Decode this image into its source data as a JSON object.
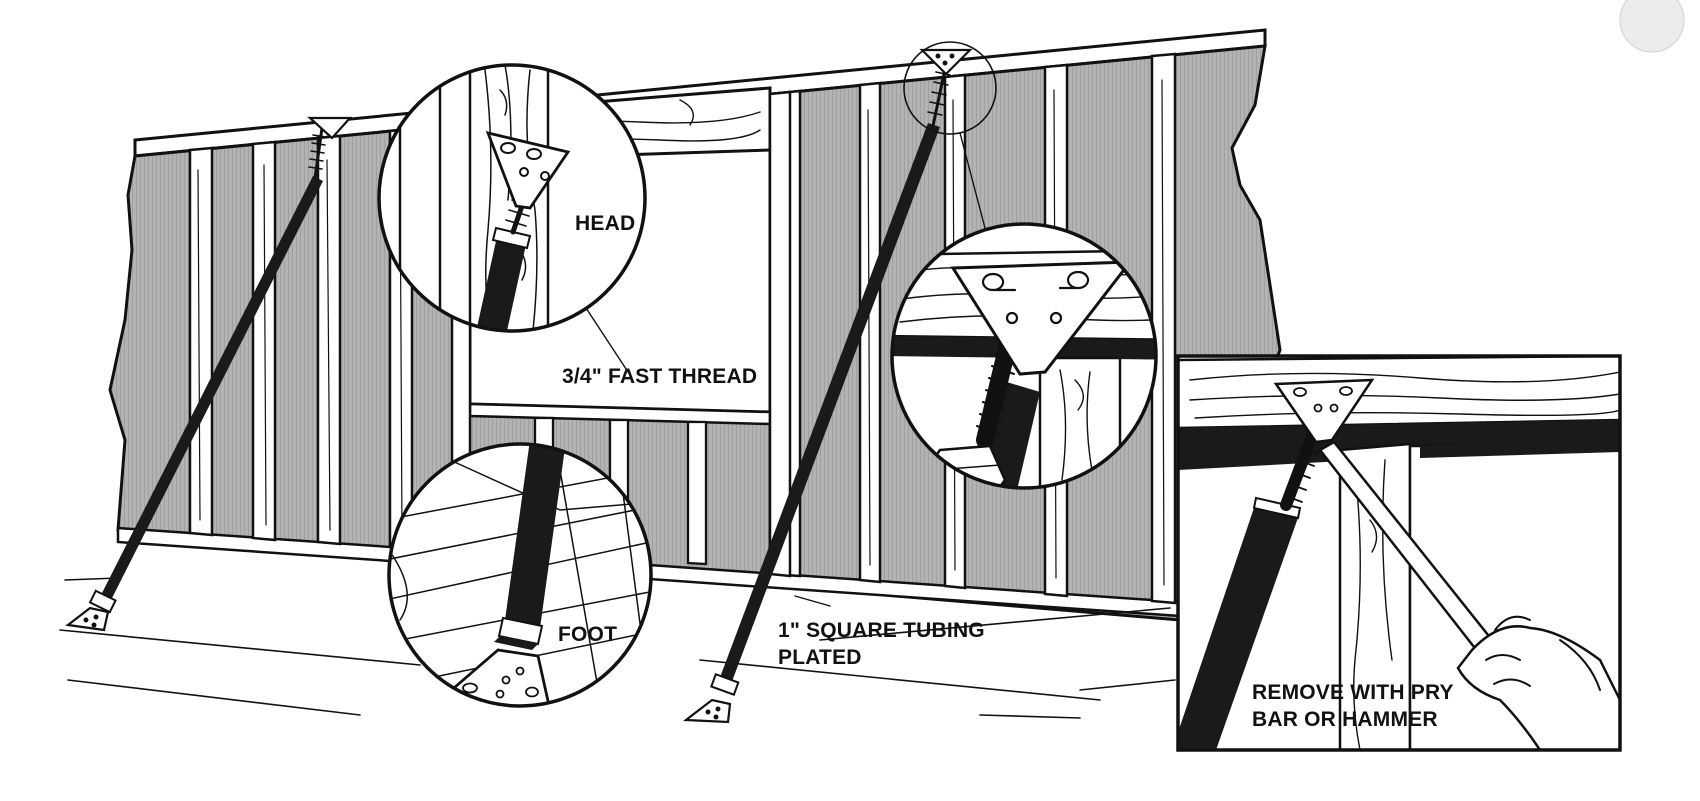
{
  "labels": {
    "head": "HEAD",
    "thread": "3/4\" FAST THREAD",
    "foot": "FOOT",
    "tubing_line1": "1\" SQUARE TUBING",
    "tubing_line2": "PLATED",
    "remove_line1": "REMOVE WITH PRY",
    "remove_line2": "BAR OR HAMMER"
  },
  "colors": {
    "ink": "#111111",
    "wall_fill": "#a9a9a9",
    "wood": "#ffffff",
    "background": "#ffffff",
    "corner_dot": "#e8e8e8"
  }
}
